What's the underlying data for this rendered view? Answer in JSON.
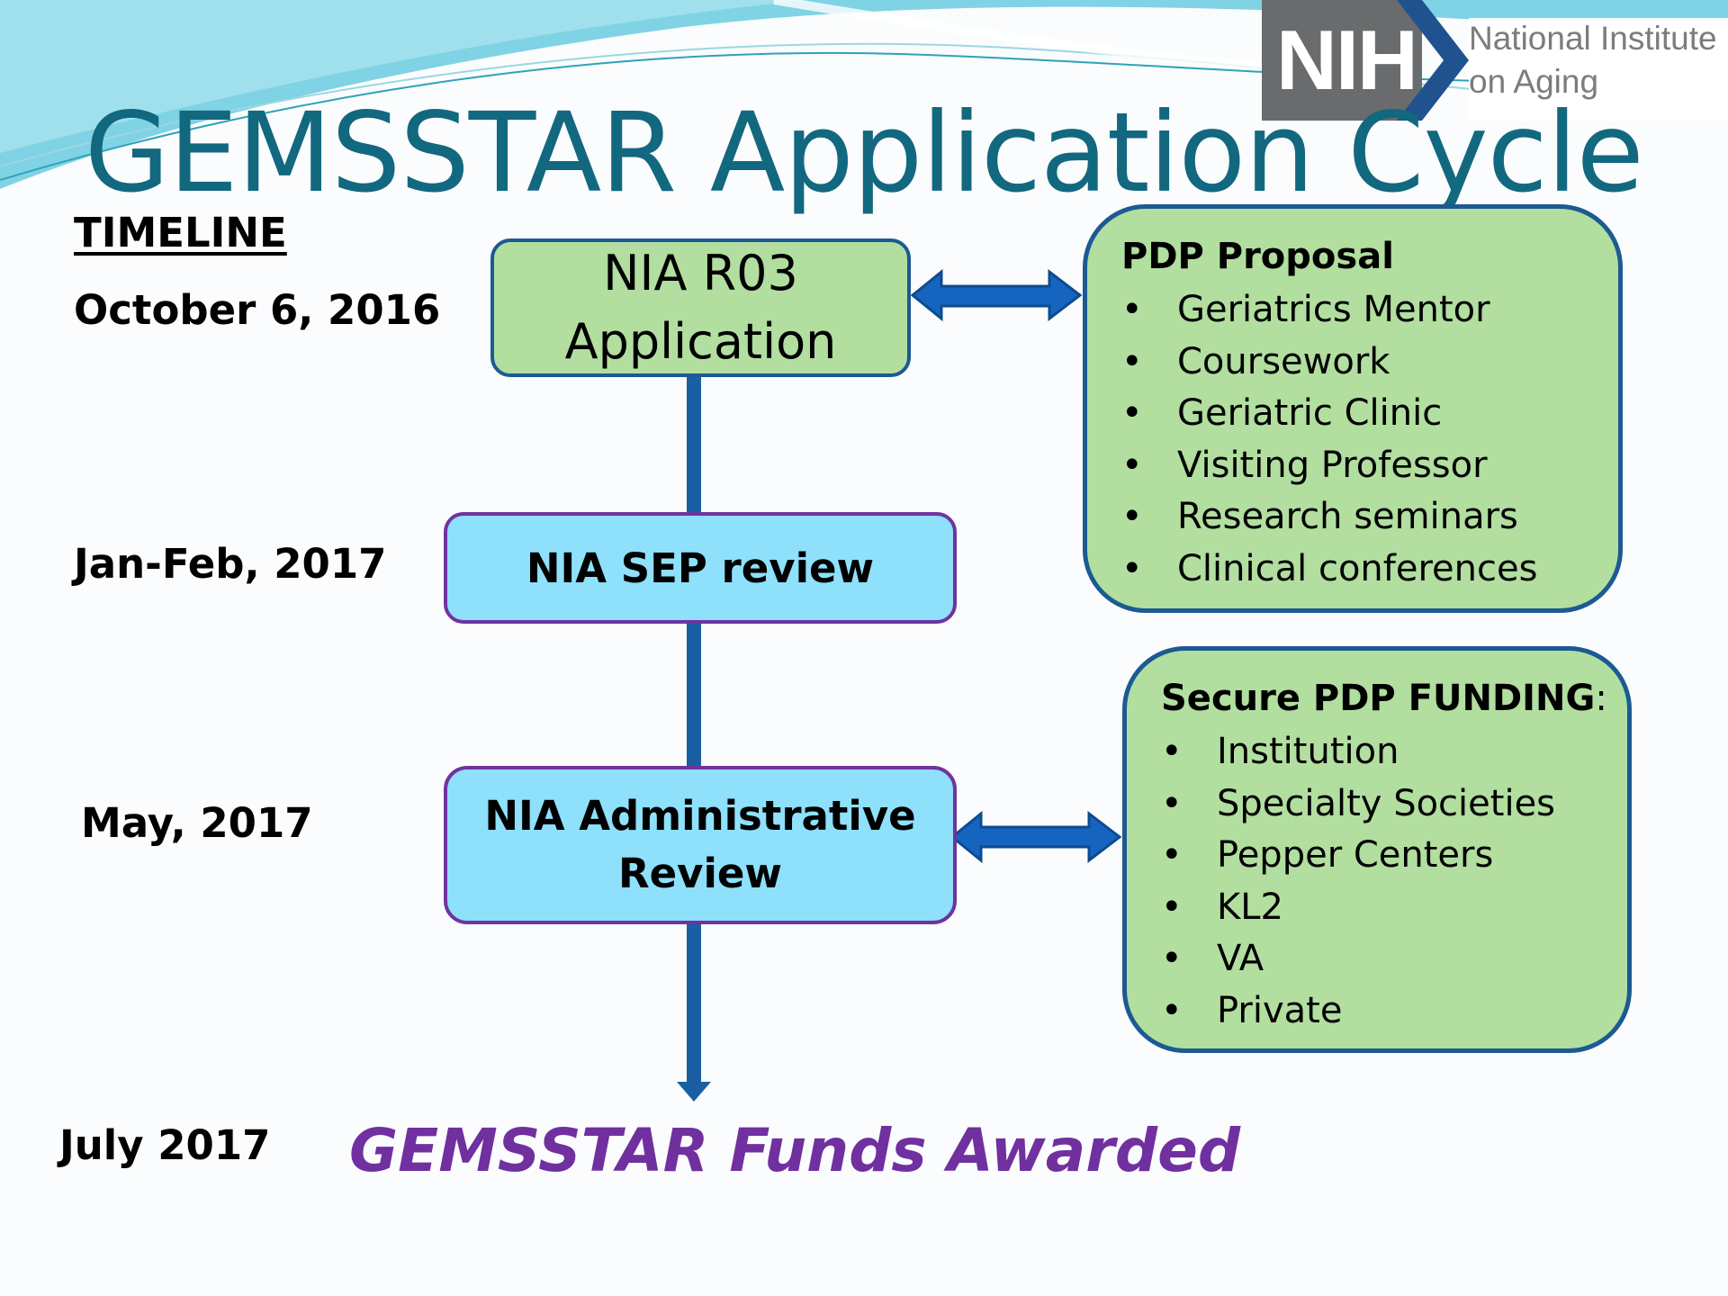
{
  "slide": {
    "title": "GEMSSTAR Application Cycle",
    "colors": {
      "title": "#12687f",
      "green_box": "#b2dea0",
      "blue_box": "#8ee0fb",
      "box_border_blue": "#1c5a92",
      "box_border_purple": "#7033a0",
      "arrow": "#1565c0",
      "awarded": "#7030a0"
    }
  },
  "logo": {
    "mark": "NIH",
    "line1": "National Institute",
    "line2": "on Aging"
  },
  "timeline": {
    "header": "TIMELINE",
    "dates": [
      "October 6, 2016",
      "Jan-Feb, 2017",
      "May, 2017",
      "July 2017"
    ]
  },
  "flow": {
    "r03_line1": "NIA R03",
    "r03_line2": "Application",
    "sep_review": "NIA SEP review",
    "admin_line1": "NIA Administrative",
    "admin_line2": "Review",
    "awarded": "GEMSSTAR Funds Awarded"
  },
  "pdp_proposal": {
    "title": "PDP Proposal",
    "bullet": "•",
    "items": [
      "Geriatrics Mentor",
      "Coursework",
      "Geriatric Clinic",
      "Visiting Professor",
      "Research seminars",
      "Clinical conferences"
    ]
  },
  "pdp_funding": {
    "title": "Secure PDP FUNDING",
    "title_suffix": ":",
    "bullet": "•",
    "items": [
      "Institution",
      "Specialty Societies",
      "Pepper Centers",
      "KL2",
      "VA",
      "Private"
    ]
  }
}
